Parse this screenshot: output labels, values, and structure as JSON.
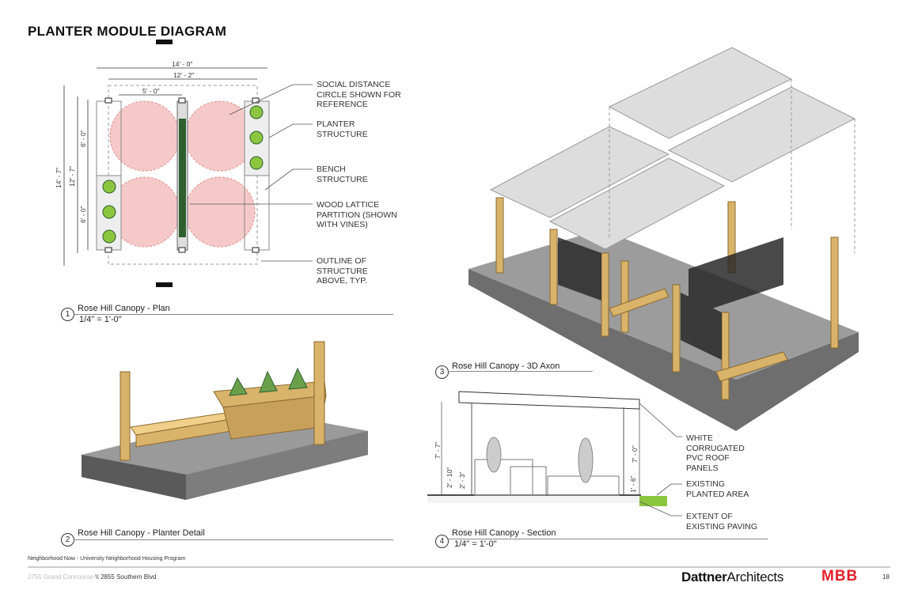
{
  "title": "PLANTER MODULE DIAGRAM",
  "plan": {
    "dims": {
      "overall_w": "14' - 0\"",
      "inner_w": "12' - 2\"",
      "module_w": "5' - 0\"",
      "overall_h": "14' - 7\"",
      "inner_h": "12' - 7\"",
      "upper_h": "6' - 0\"",
      "lower_h": "6' - 0\""
    },
    "notes": [
      "SOCIAL DISTANCE CIRCLE SHOWN FOR REFERENCE",
      "PLANTER STRUCTURE",
      "BENCH STRUCTURE",
      "WOOD LATTICE PARTITION (SHOWN WITH VINES)",
      "OUTLINE OF STRUCTURE ABOVE, TYP."
    ]
  },
  "captions": [
    {
      "num": "1",
      "title": "Rose Hill Canopy - Plan",
      "scale": "1/4\" = 1'-0\""
    },
    {
      "num": "2",
      "title": "Rose Hill Canopy - Planter Detail"
    },
    {
      "num": "3",
      "title": "Rose Hill Canopy - 3D Axon"
    },
    {
      "num": "4",
      "title": "Rose Hill Canopy - Section",
      "scale": "1/4\" = 1'-0\""
    }
  ],
  "section": {
    "dims": {
      "total_h": "7' - 7\"",
      "clear_h": "7' - 0\"",
      "planter_h": "2' - 10\"",
      "bench_back_h": "2' - 3\"",
      "seat_h": "1' - 6\""
    },
    "notes": [
      "WHITE CORRUGATED PVC ROOF PANELS",
      "EXISTING PLANTED AREA",
      "EXTENT OF EXISTING PAVING"
    ]
  },
  "footer": {
    "program": "Neighborhood Now - University Neighborhood Housing Program",
    "address_grey": "2751 Grand Concourse",
    "address_sep": " \\\\ ",
    "address": "2855 Southern Blvd",
    "logo_dattner_bold": "Dattner",
    "logo_dattner_rest": "Architects",
    "logo_mbb": "MBB",
    "page": "18"
  },
  "colors": {
    "wood": "#d9b36a",
    "slab": "#8a8a8a",
    "circle": "#f6c9c9",
    "plant": "#8cc63f",
    "accent": "#e3202b"
  }
}
